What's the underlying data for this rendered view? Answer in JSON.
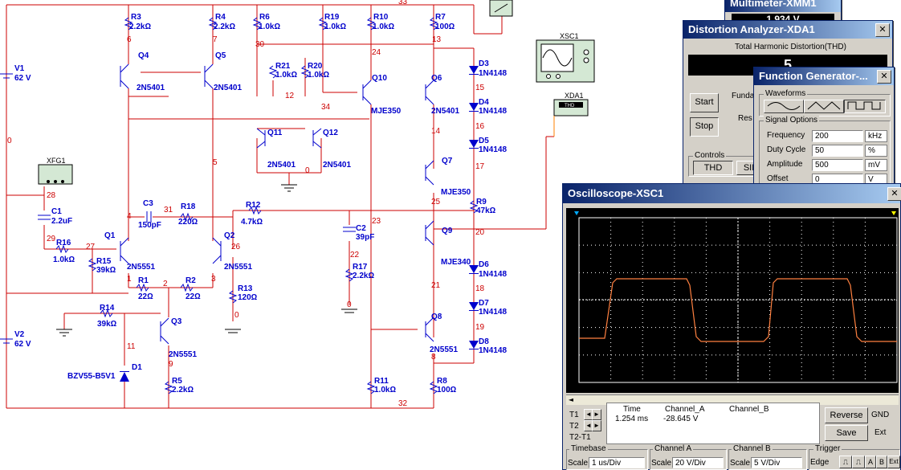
{
  "multimeter": {
    "title": "Multimeter-XMM1",
    "reading": "1.934 V"
  },
  "distortion": {
    "title": "Distortion Analyzer-XDA1",
    "heading": "Total Harmonic Distortion(THD)",
    "reading": "5",
    "start_label": "Start",
    "stop_label": "Stop",
    "fundamental_label": "Funda",
    "resolution_label": "Res",
    "controls_label": "Controls",
    "thd_label": "THD",
    "sinad_label": "SIN"
  },
  "function_generator": {
    "title": "Function Generator-...",
    "waveforms_label": "Waveforms",
    "signal_options_label": "Signal Options",
    "rows": [
      {
        "label": "Frequency",
        "value": "200",
        "unit": "kHz"
      },
      {
        "label": "Duty Cycle",
        "value": "50",
        "unit": "%"
      },
      {
        "label": "Amplitude",
        "value": "500",
        "unit": "mV"
      },
      {
        "label": "Offset",
        "value": "0",
        "unit": "V"
      }
    ]
  },
  "oscilloscope": {
    "title": "Oscilloscope-XSC1",
    "readout": {
      "headers": [
        "Time",
        "Channel_A",
        "Channel_B"
      ],
      "row_labels": [
        "T1",
        "T2",
        "T2-T1"
      ],
      "time": "1.254 ms",
      "channel_a": "-28.645 V",
      "channel_b": ""
    },
    "reverse_label": "Reverse",
    "save_label": "Save",
    "gnd_label": "GND",
    "ext_label": "Ext",
    "timebase_label": "Timebase",
    "channel_a_label": "Channel A",
    "channel_b_label": "Channel B",
    "trigger_label": "Trigger",
    "scale_label": "Scale",
    "timebase_scale": "1 us/Div",
    "channel_a_scale": "20  V/Div",
    "channel_b_scale": "5  V/Div",
    "edge_label": "Edge",
    "trigger_buttons": [
      "A",
      "B",
      "Ext"
    ],
    "trace_color": "#ff8040",
    "screen_color": "#000000"
  },
  "schematic": {
    "wire_color": "#cc0000",
    "component_color": "#0000cc",
    "nodes": [
      "33",
      "6",
      "7",
      "30",
      "24",
      "13",
      "15",
      "16",
      "17",
      "25",
      "20",
      "18",
      "19",
      "8",
      "32",
      "0",
      "28",
      "29",
      "27",
      "4",
      "31",
      "26",
      "1",
      "2",
      "3",
      "5",
      "12",
      "34",
      "14",
      "21",
      "23",
      "22",
      "11",
      "9"
    ],
    "components": [
      {
        "id": "r3",
        "name": "R3",
        "value": "2.2kΩ"
      },
      {
        "id": "r4",
        "name": "R4",
        "value": "2.2kΩ"
      },
      {
        "id": "r6",
        "name": "R6",
        "value": "1.0kΩ"
      },
      {
        "id": "r19",
        "name": "R19",
        "value": "1.0kΩ"
      },
      {
        "id": "r10",
        "name": "R10",
        "value": "1.0kΩ"
      },
      {
        "id": "r7",
        "name": "R7",
        "value": "100Ω"
      },
      {
        "id": "r21",
        "name": "R21",
        "value": "1.0kΩ"
      },
      {
        "id": "r20",
        "name": "R20",
        "value": "1.0kΩ"
      },
      {
        "id": "r18",
        "name": "R18",
        "value": "220Ω"
      },
      {
        "id": "r12",
        "name": "R12",
        "value": "4.7kΩ"
      },
      {
        "id": "r9",
        "name": "R9",
        "value": "47kΩ"
      },
      {
        "id": "r16",
        "name": "R16",
        "value": "1.0kΩ"
      },
      {
        "id": "r15",
        "name": "R15",
        "value": "39kΩ"
      },
      {
        "id": "r1",
        "name": "R1",
        "value": "22Ω"
      },
      {
        "id": "r2",
        "name": "R2",
        "value": "22Ω"
      },
      {
        "id": "r13",
        "name": "R13",
        "value": "120Ω"
      },
      {
        "id": "r17",
        "name": "R17",
        "value": "2.2kΩ"
      },
      {
        "id": "r14",
        "name": "R14",
        "value": "39kΩ"
      },
      {
        "id": "r5",
        "name": "R5",
        "value": "2.2kΩ"
      },
      {
        "id": "r11",
        "name": "R11",
        "value": "1.0kΩ"
      },
      {
        "id": "r8",
        "name": "R8",
        "value": "100Ω"
      },
      {
        "id": "v1",
        "name": "V1",
        "value": "62 V"
      },
      {
        "id": "v2",
        "name": "V2",
        "value": "62 V"
      },
      {
        "id": "c1",
        "name": "C1",
        "value": "2.2uF"
      },
      {
        "id": "c3",
        "name": "C3",
        "value": "150pF"
      },
      {
        "id": "c2",
        "name": "C2",
        "value": "39pF"
      },
      {
        "id": "q1",
        "name": "Q1",
        "value": "2N5551"
      },
      {
        "id": "q2",
        "name": "Q2",
        "value": "2N5551"
      },
      {
        "id": "q3",
        "name": "Q3",
        "value": "2N5551"
      },
      {
        "id": "q4",
        "name": "Q4",
        "value": "2N5401"
      },
      {
        "id": "q5",
        "name": "Q5",
        "value": "2N5401"
      },
      {
        "id": "q11",
        "name": "Q11",
        "value": "2N5401"
      },
      {
        "id": "q12",
        "name": "Q12",
        "value": "2N5401"
      },
      {
        "id": "q10",
        "name": "Q10",
        "value": "MJE350"
      },
      {
        "id": "q6",
        "name": "Q6",
        "value": "2N5401"
      },
      {
        "id": "q7",
        "name": "Q7",
        "value": "MJE350"
      },
      {
        "id": "q9",
        "name": "Q9",
        "value": "MJE340"
      },
      {
        "id": "q8",
        "name": "Q8",
        "value": "2N5551"
      },
      {
        "id": "d1",
        "name": "D1",
        "value": "BZV55-B5V1"
      },
      {
        "id": "d3",
        "name": "D3",
        "value": "1N4148"
      },
      {
        "id": "d4",
        "name": "D4",
        "value": "1N4148"
      },
      {
        "id": "d5",
        "name": "D5",
        "value": "1N4148"
      },
      {
        "id": "d6",
        "name": "D6",
        "value": "1N4148"
      },
      {
        "id": "d7",
        "name": "D7",
        "value": "1N4148"
      },
      {
        "id": "d8",
        "name": "D8",
        "value": "1N4148"
      },
      {
        "id": "xfg1",
        "name": "XFG1",
        "value": ""
      },
      {
        "id": "xsc1",
        "name": "XSC1",
        "value": ""
      },
      {
        "id": "xda1",
        "name": "XDA1",
        "value": "THD"
      }
    ]
  }
}
